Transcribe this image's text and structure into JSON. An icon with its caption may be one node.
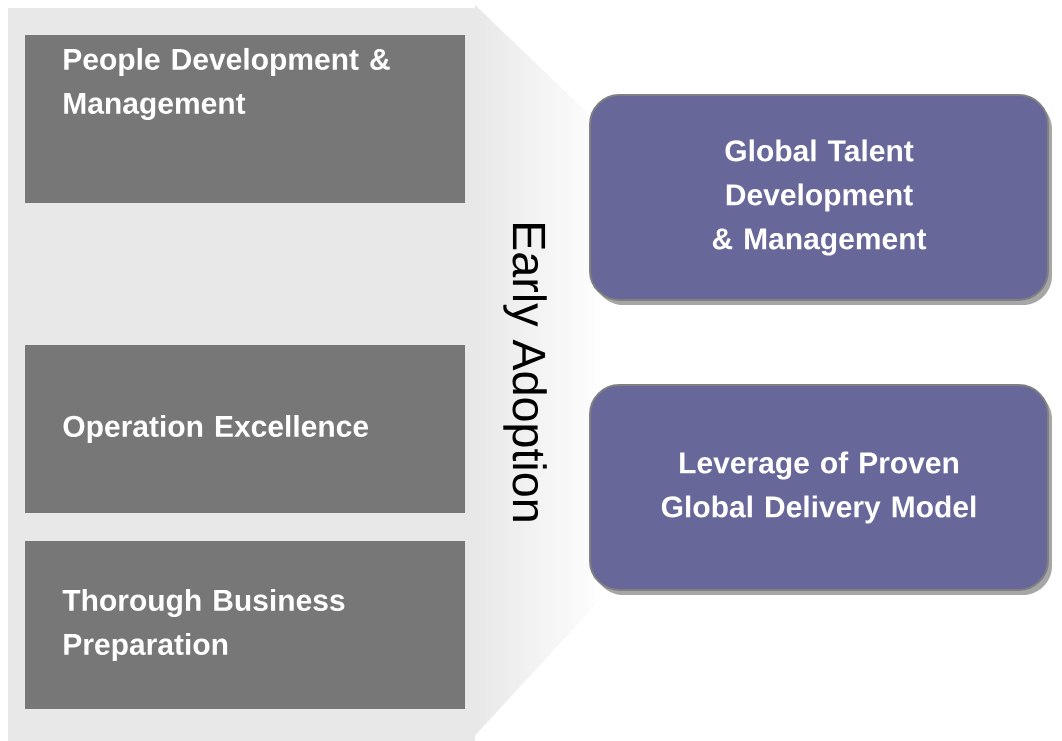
{
  "diagram": {
    "nodes": [
      {
        "text": [
          "Early Adoption"
        ]
      },
      {
        "text": [
          "People Development & Management"
        ],
        "in": 0
      },
      {
        "text": [
          "Operation Excellence"
        ],
        "in": 0
      },
      {
        "text": [
          "Thorough Business Preparation"
        ],
        "in": 0
      },
      {
        "text": [
          "Global Talent Development & Management"
        ]
      },
      {
        "text": [
          "Leverage of Proven Global Delivery Model"
        ]
      }
    ]
  }
}
